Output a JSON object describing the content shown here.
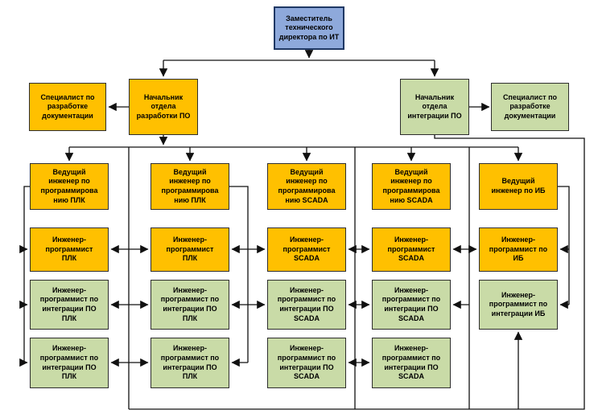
{
  "diagram": {
    "title": "IT department org chart",
    "colors": {
      "orange": "#FFC000",
      "green": "#C9DBA7",
      "blue": "#8EA9DB",
      "line": "#111111"
    },
    "nodes": {
      "deputy": "Заместитель\nтехнического\nдиректора по ИТ",
      "spec_dev": "Специалист по\nразработке\nдокументации",
      "head_dev": "Начальник\nотдела\nразработки ПО",
      "head_int": "Начальник\nотдела\nинтеграции ПО",
      "spec_int": "Специалист по\nразработке\nдокументации",
      "lead1": "Ведущий\nинженер по\nпрограммирова\nнию ПЛК",
      "lead2": "Ведущий\nинженер по\nпрограммирова\nнию ПЛК",
      "lead3": "Ведущий\nинженер по\nпрограммирова\nнию SCADA",
      "lead4": "Ведущий\nинженер по\nпрограммирова\nнию SCADA",
      "lead5": "Ведущий\nинженер по ИБ",
      "eng1": "Инженер-\nпрограммист\nПЛК",
      "eng2": "Инженер-\nпрограммист\nПЛК",
      "eng3": "Инженер-\nпрограммист\nSCADA",
      "eng4": "Инженер-\nпрограммист\nSCADA",
      "eng5": "Инженер-\nпрограммист по\nИБ",
      "int1": "Инженер-\nпрограммист по\nинтеграции ПО\nПЛК",
      "int2": "Инженер-\nпрограммист по\nинтеграции ПО\nПЛК",
      "int3": "Инженер-\nпрограммист по\nинтеграции ПО\nSCADA",
      "int4": "Инженер-\nпрограммист по\nинтеграции ПО\nSCADA",
      "int5": "Инженер-\nпрограммист по\nинтеграции ИБ",
      "bot1": "Инженер-\nпрограммист по\nинтеграции ПО\nПЛК",
      "bot2": "Инженер-\nпрограммист по\nинтеграции ПО\nПЛК",
      "bot3": "Инженер-\nпрограммист по\nинтеграции ПО\nSCADA",
      "bot4": "Инженер-\nпрограммист по\nинтеграции ПО\nSCADA"
    }
  }
}
